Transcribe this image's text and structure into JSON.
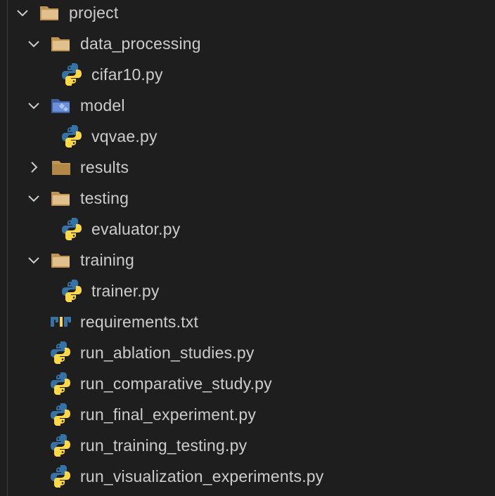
{
  "tree": {
    "root": {
      "label": "project",
      "icon": "folder-open-icon",
      "expanded": true
    },
    "items": [
      {
        "label": "data_processing",
        "icon": "folder-open-icon",
        "expanded": true
      },
      {
        "label": "cifar10.py",
        "icon": "python-icon"
      },
      {
        "label": "model",
        "icon": "folder-model-icon",
        "expanded": true
      },
      {
        "label": "vqvae.py",
        "icon": "python-icon"
      },
      {
        "label": "results",
        "icon": "folder-closed-icon",
        "expanded": false
      },
      {
        "label": "testing",
        "icon": "folder-open-icon",
        "expanded": true
      },
      {
        "label": "evaluator.py",
        "icon": "python-icon"
      },
      {
        "label": "training",
        "icon": "folder-open-icon",
        "expanded": true
      },
      {
        "label": "trainer.py",
        "icon": "python-icon"
      },
      {
        "label": "requirements.txt",
        "icon": "pip-requirements-icon"
      },
      {
        "label": "run_ablation_studies.py",
        "icon": "python-icon"
      },
      {
        "label": "run_comparative_study.py",
        "icon": "python-icon"
      },
      {
        "label": "run_final_experiment.py",
        "icon": "python-icon"
      },
      {
        "label": "run_training_testing.py",
        "icon": "python-icon"
      },
      {
        "label": "run_visualization_experiments.py",
        "icon": "python-icon"
      }
    ]
  },
  "colors": {
    "background": "#1e1e1e",
    "text": "#cccccc",
    "folder": "#c09553",
    "python_blue": "#3572a5",
    "python_yellow": "#ffd845",
    "model_folder": "#5b7fc7"
  }
}
